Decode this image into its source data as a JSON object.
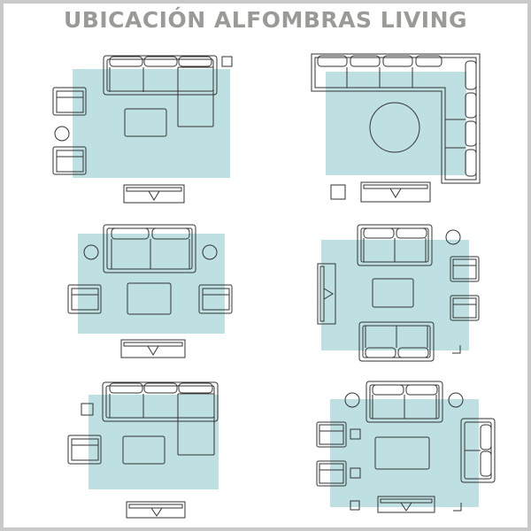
{
  "title": "UBICACIÓN ALFOMBRAS LIVING",
  "colors": {
    "title": "#9a9a96",
    "rug": "#bfe0e2",
    "line": "#333333",
    "border": "#c9c9c9"
  },
  "layouts": [
    "layout-1-three-seat-chaise-sofa",
    "layout-2-l-shaped-sectional-round-table",
    "layout-3-sofa-armchairs-side-tables",
    "layout-4-two-sofas-console",
    "layout-5-chaise-sofa-small-rug",
    "layout-6-sofa-loveseat-armchairs"
  ]
}
